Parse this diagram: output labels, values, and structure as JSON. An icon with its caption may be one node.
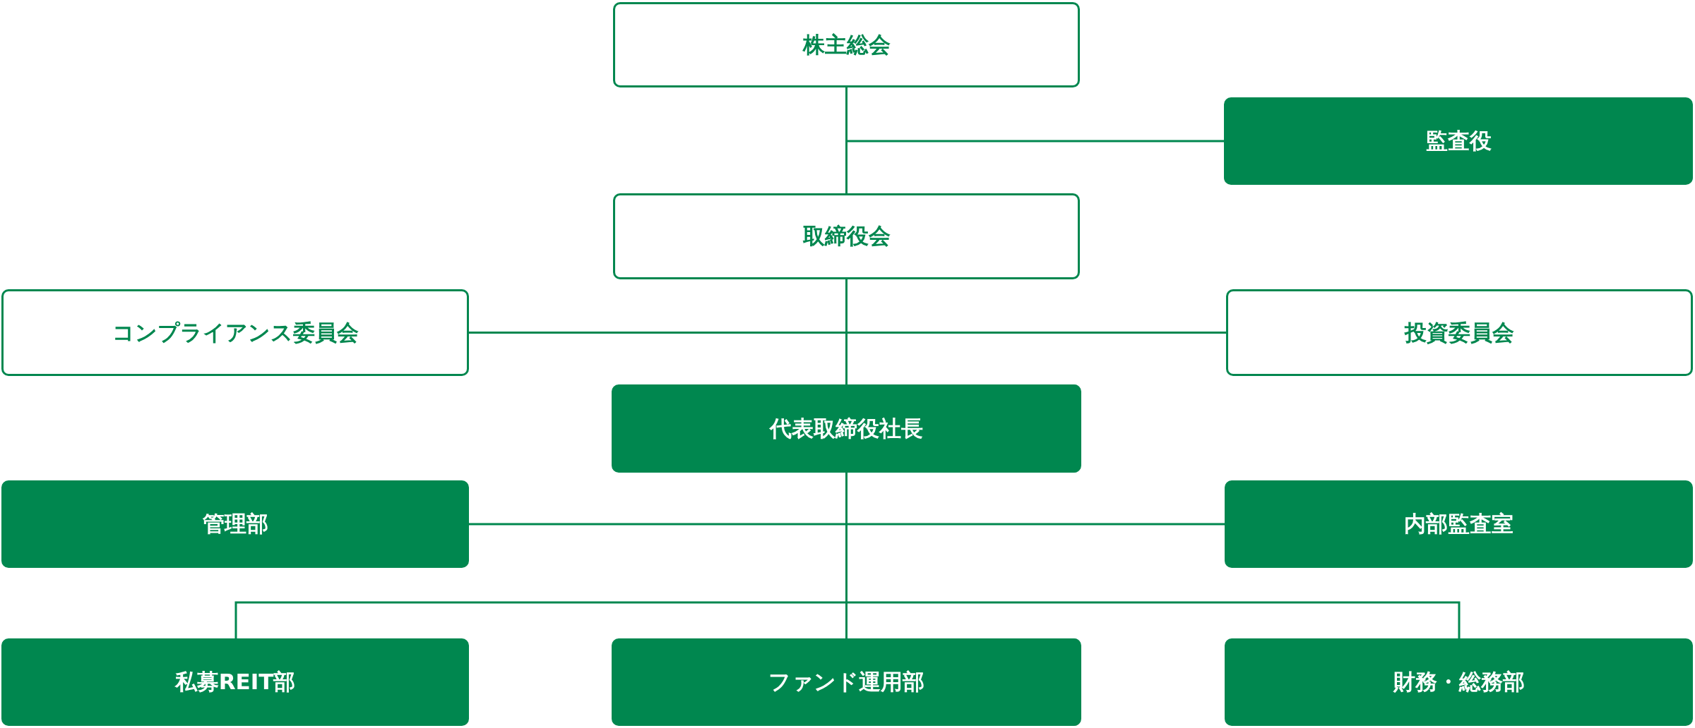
{
  "diagram": {
    "nodes": [
      {
        "text": [
          "株主総会"
        ]
      },
      {
        "text": [
          "監査役"
        ]
      },
      {
        "text": [
          "取締役会"
        ]
      },
      {
        "text": [
          "コンプライアンス委員会"
        ]
      },
      {
        "text": [
          "投資委員会"
        ]
      },
      {
        "text": [
          "代表取締役社長"
        ]
      },
      {
        "text": [
          "管理部"
        ]
      },
      {
        "text": [
          "内部監査室"
        ]
      },
      {
        "text": [
          "私募REIT部"
        ]
      },
      {
        "text": [
          "ファンド運用部"
        ]
      },
      {
        "text": [
          "財務・総務部"
        ]
      }
    ],
    "edges": [
      {
        "from": 0,
        "to": 1,
        "arrow": "none"
      },
      {
        "from": 0,
        "to": 2,
        "arrow": "none"
      },
      {
        "from": 2,
        "to": 3,
        "arrow": "none"
      },
      {
        "from": 2,
        "to": 4,
        "arrow": "none"
      },
      {
        "from": 2,
        "to": 5,
        "arrow": "none"
      },
      {
        "from": 5,
        "to": 6,
        "arrow": "none"
      },
      {
        "from": 5,
        "to": 7,
        "arrow": "none"
      },
      {
        "from": 5,
        "to": 8,
        "arrow": "none"
      },
      {
        "from": 5,
        "to": 9,
        "arrow": "none"
      },
      {
        "from": 5,
        "to": 10,
        "arrow": "none"
      }
    ]
  }
}
